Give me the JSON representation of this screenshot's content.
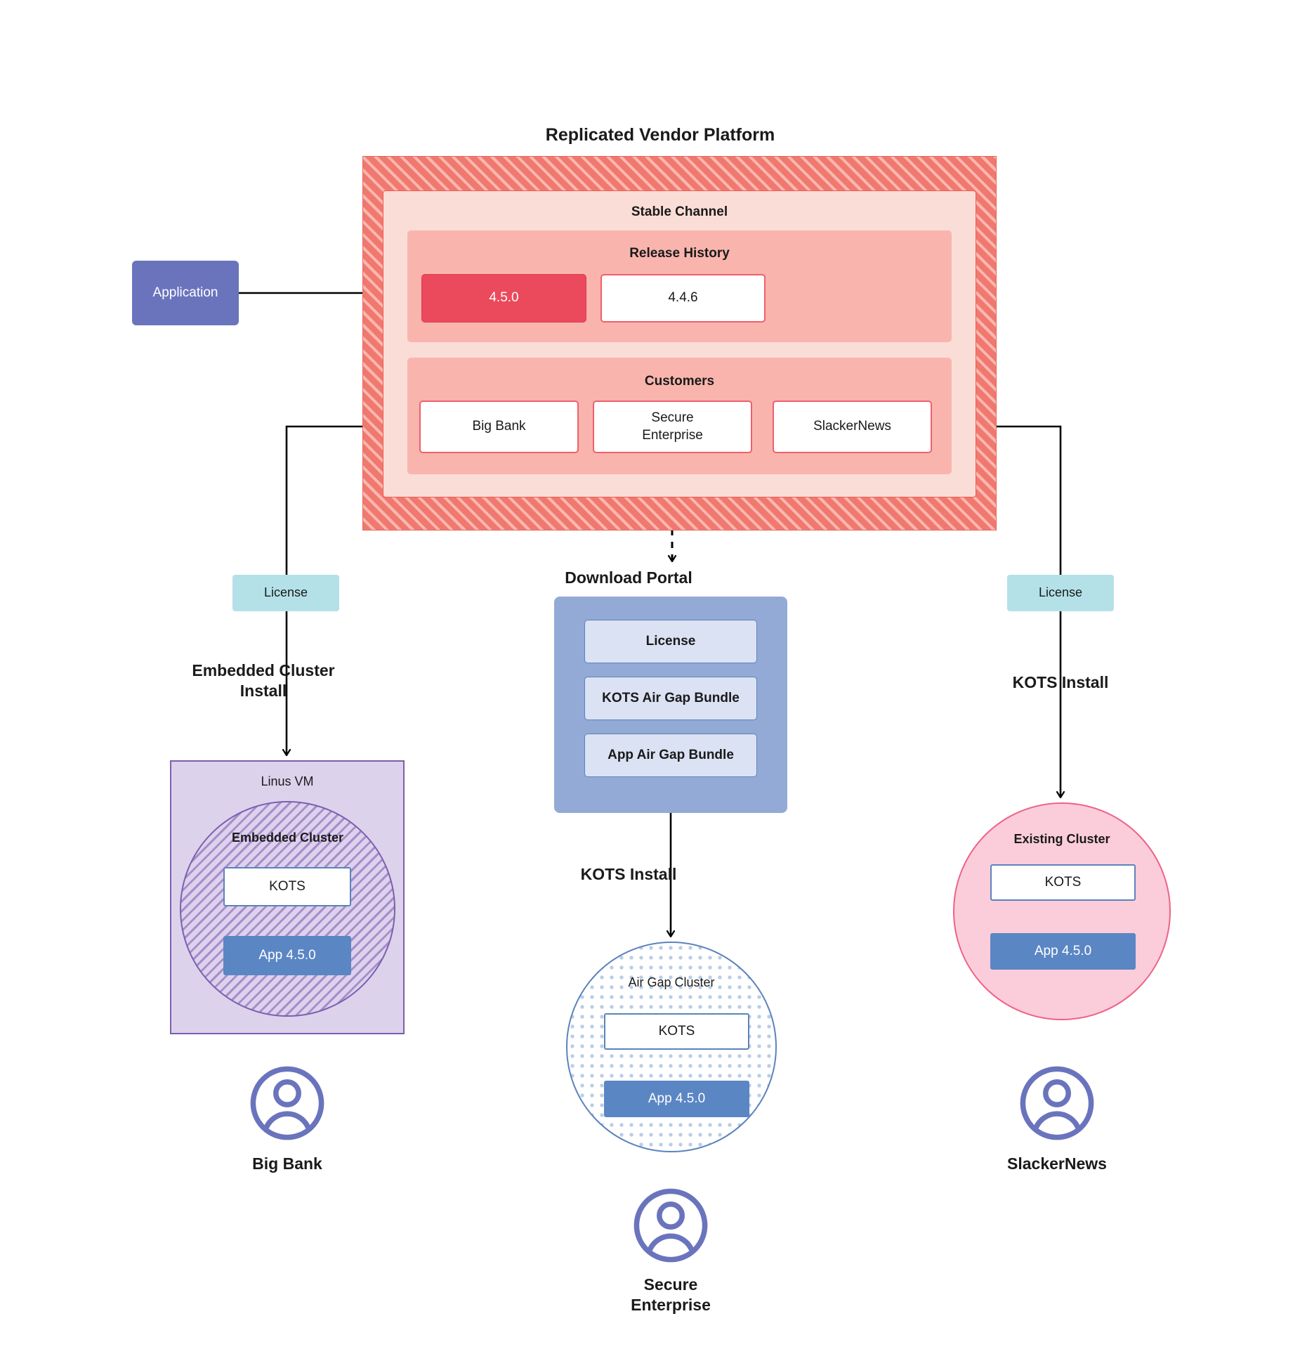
{
  "platform": {
    "title": "Replicated Vendor Platform",
    "channel_label": "Stable Channel",
    "release_history": {
      "label": "Release History",
      "releases": [
        {
          "version": "4.5.0",
          "state": "current"
        },
        {
          "version": "4.4.6",
          "state": "previous"
        }
      ]
    },
    "customers": {
      "label": "Customers",
      "items": [
        {
          "name": "Big Bank"
        },
        {
          "name": "Secure\nEnterprise"
        },
        {
          "name": "SlackerNews"
        }
      ]
    }
  },
  "application": {
    "label": "Application"
  },
  "licenses": {
    "left_label": "License",
    "right_label": "License"
  },
  "install_labels": {
    "embedded": "Embedded Cluster\nInstall",
    "kots_right": "KOTS Install",
    "kots_center": "KOTS Install"
  },
  "download_portal": {
    "title": "Download  Portal",
    "items": [
      {
        "label": "License"
      },
      {
        "label": "KOTS Air Gap Bundle"
      },
      {
        "label": "App Air Gap Bundle"
      }
    ]
  },
  "left_branch": {
    "vm_label": "Linus VM",
    "cluster_label": "Embedded Cluster",
    "kots_label": "KOTS",
    "app_label": "App 4.5.0",
    "customer_name": "Big Bank",
    "avatar_icon": "user-avatar-icon"
  },
  "center_branch": {
    "cluster_label": "Air Gap Cluster",
    "kots_label": "KOTS",
    "app_label": "App 4.5.0",
    "customer_name": "Secure\nEnterprise",
    "avatar_icon": "user-avatar-icon"
  },
  "right_branch": {
    "cluster_label": "Existing Cluster",
    "kots_label": "KOTS",
    "app_label": "App 4.5.0",
    "customer_name": "SlackerNews",
    "avatar_icon": "user-avatar-icon"
  },
  "colors": {
    "platform_hatch": "#f0796f",
    "channel_bg": "#fbddd8",
    "section_bg": "#f9b5ad",
    "release_current": "#ea4a5c",
    "customer_border": "#ef5f6b",
    "application": "#6a74bd",
    "license_chip": "#b4e1e8",
    "portal_bg": "#93aad6",
    "portal_item": "#dbe2f3",
    "vm_bg": "#dcd2ec",
    "vm_border": "#7c5fae",
    "existing_cluster": "#fbcdda",
    "existing_cluster_border": "#ef6287",
    "airgap_border": "#5b83bd",
    "app_chip": "#5b86c4",
    "edge": "#000000"
  }
}
